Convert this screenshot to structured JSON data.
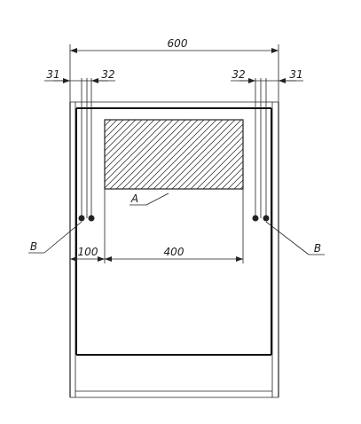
{
  "dimensions": {
    "overall_width": "600",
    "left_outer_offset": "31",
    "left_inner_offset": "32",
    "right_inner_offset": "32",
    "right_outer_offset": "31",
    "side_offset": "100",
    "span_width": "400"
  },
  "labels": {
    "area": "A",
    "fastener_left": "B",
    "fastener_right": "B"
  },
  "colors": {
    "line": "#222222",
    "background": "#ffffff"
  }
}
